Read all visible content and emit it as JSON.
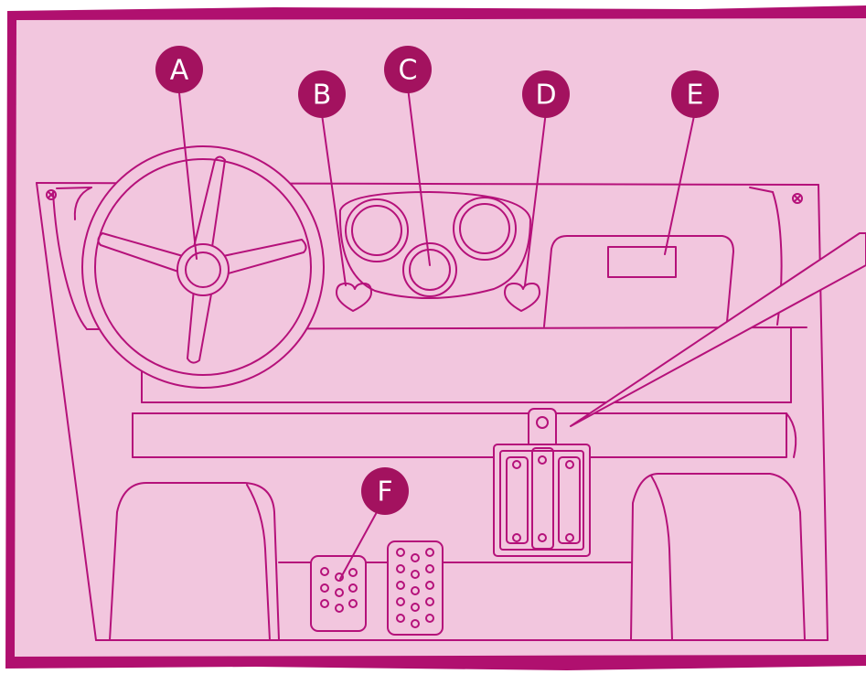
{
  "colors": {
    "background": "#f2c6de",
    "line": "#b5117a",
    "frame": "#b0106f",
    "badge": "#a3125f",
    "badge_text": "#ffffff"
  },
  "callouts": {
    "a": "A",
    "b": "B",
    "c": "C",
    "d": "D",
    "e": "E",
    "f": "F"
  }
}
